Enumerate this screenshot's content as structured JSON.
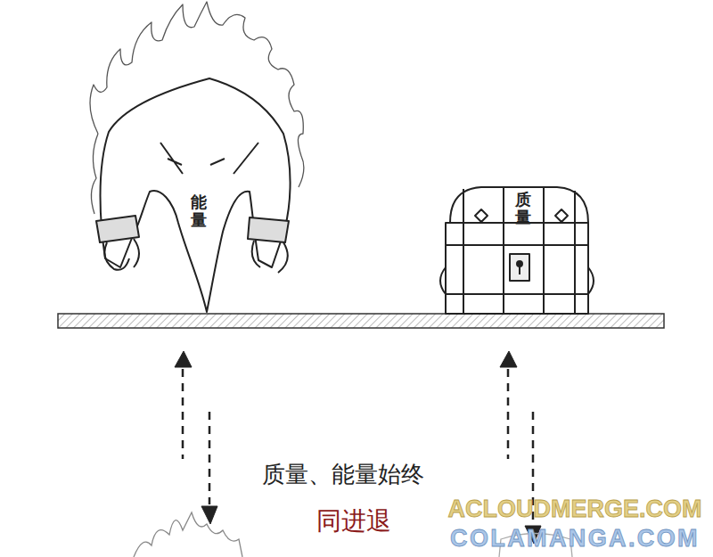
{
  "diagram": {
    "nodes": [
      {
        "text": [
          "能量"
        ]
      },
      {
        "text": [
          "质量"
        ]
      }
    ],
    "labels": [
      "质量、能量始终",
      "同进退",
      "ACLOUDMERGE.COM",
      "COLAMANGA.COM"
    ]
  }
}
